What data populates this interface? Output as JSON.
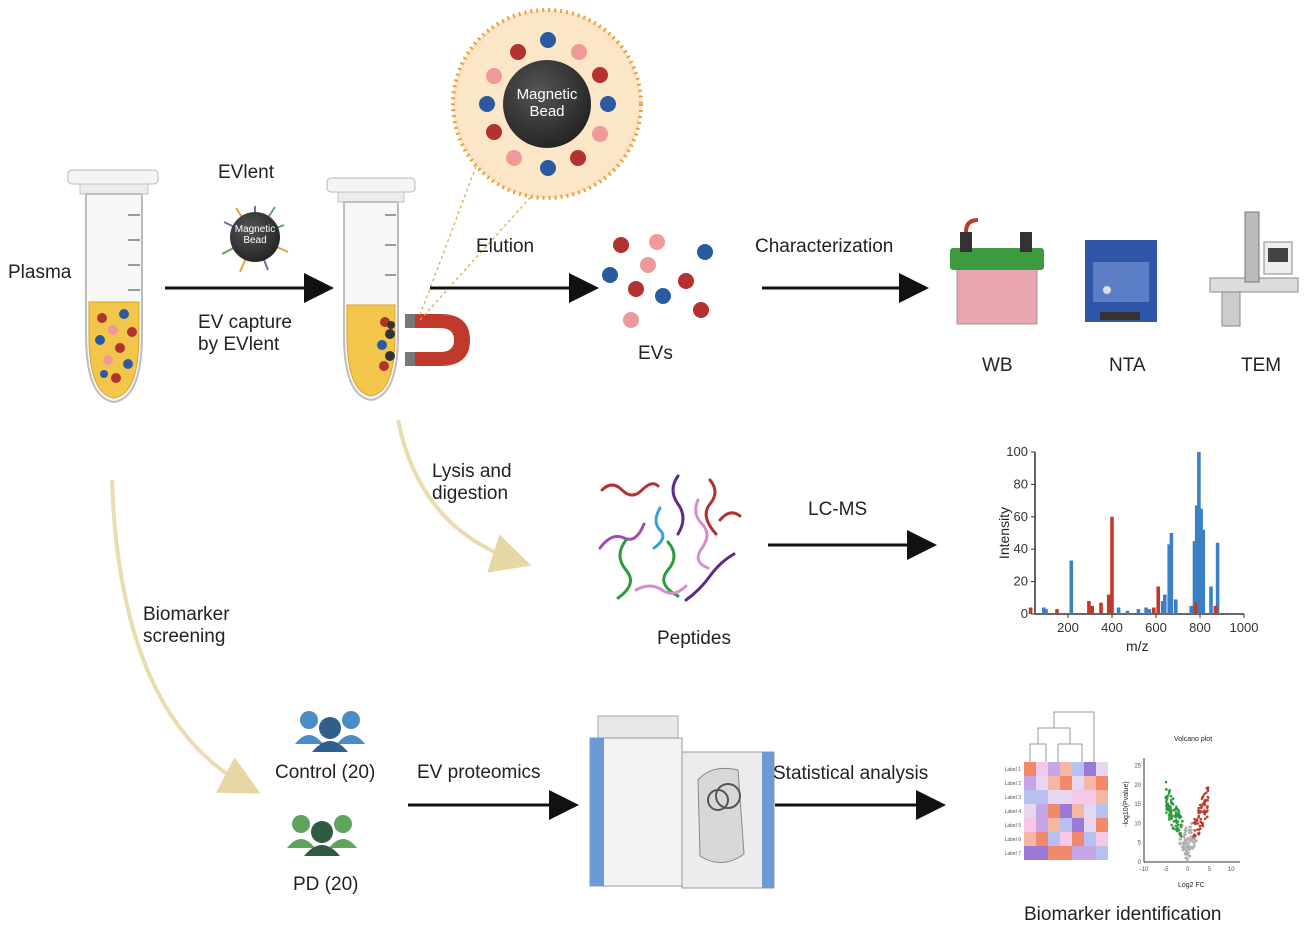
{
  "labels": {
    "plasma": "Plasma",
    "evlent": "EVlent",
    "bead_small": [
      "Magnetic",
      "Bead"
    ],
    "bead_large": [
      "Magnetic",
      "Bead"
    ],
    "capture": [
      "EV capture",
      "by EVlent"
    ],
    "elution": "Elution",
    "evs": "EVs",
    "characterization": "Characterization",
    "wb": "WB",
    "nta": "NTA",
    "tem": "TEM",
    "lysis": [
      "Lysis and",
      "digestion"
    ],
    "peptides": "Peptides",
    "lcms": "LC-MS",
    "biomarker_screening": [
      "Biomarker",
      "screening"
    ],
    "control": "Control (20)",
    "pd": "PD (20)",
    "ev_proteomics": "EV proteomics",
    "statistical_analysis": "Statistical analysis",
    "biomarker_identification": "Biomarker identification"
  },
  "colors": {
    "red_ev": "#b3312f",
    "blue_ev": "#2c5aa0",
    "pink_ev": "#ee9a9a",
    "plasma_fluid": "#f2c64a",
    "arrow": "#111111",
    "curve": "#e9dcb0",
    "control_people": "#4a8cc4",
    "pd_people": "#5fa35f",
    "spectrum_blue": "#3b7fc4",
    "spectrum_red": "#c0392b"
  },
  "chart_data": {
    "type": "bar",
    "xlabel": "m/z",
    "ylabel": "Intensity",
    "xlim": [
      50,
      1000
    ],
    "ylim": [
      0,
      100
    ],
    "xticks": [
      200,
      400,
      600,
      800,
      1000
    ],
    "yticks": [
      0,
      20,
      40,
      60,
      80,
      100
    ],
    "series": [
      {
        "color": "blue",
        "x": [
          90,
          100,
          215,
          300,
          395,
          430,
          470,
          520,
          555,
          570,
          630,
          640,
          660,
          670,
          690,
          760,
          775,
          785,
          795,
          805,
          815,
          850,
          880
        ],
        "values": [
          4,
          3,
          33,
          3,
          3,
          4,
          2,
          3,
          4,
          3,
          8,
          12,
          43,
          50,
          9,
          5,
          45,
          67,
          100,
          65,
          52,
          17,
          44
        ]
      },
      {
        "color": "red",
        "x": [
          30,
          150,
          295,
          310,
          350,
          385,
          400,
          590,
          610,
          780,
          870
        ],
        "values": [
          4,
          3,
          8,
          5,
          7,
          12,
          60,
          4,
          17,
          7,
          5
        ]
      }
    ]
  },
  "heatmap_data": {
    "rows": 7,
    "cols": 7,
    "row_labels": [
      "Label 1",
      "Label 2",
      "Label 3",
      "Label 4",
      "Label 5",
      "Label 6",
      "Label 7"
    ]
  },
  "volcano_data": {
    "title": "Volcano plot",
    "xlabel": "Log2 FC",
    "ylabel": "-log10(Pvalue)",
    "xticks": [
      -10,
      -5,
      0,
      5,
      10
    ],
    "yticks": [
      0,
      5,
      10,
      15,
      20,
      25
    ]
  }
}
